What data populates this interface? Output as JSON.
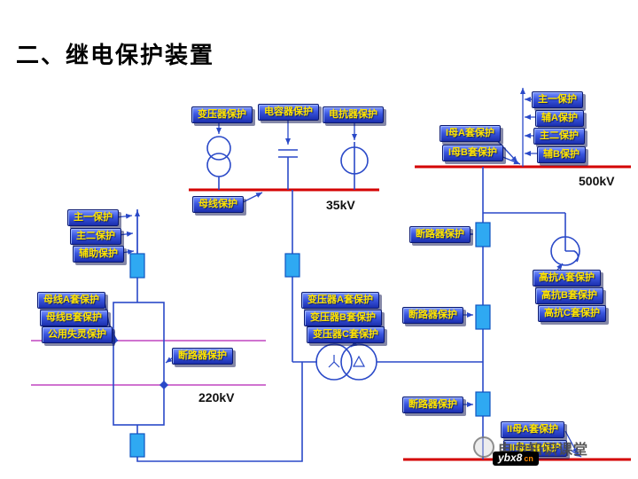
{
  "title": "二、继电保护装置",
  "voltage_labels": {
    "v35": "35kV",
    "v500": "500kV",
    "v220": "220kV"
  },
  "boxes": {
    "b_tr35": "变压器保护",
    "b_cap35": "电容器保护",
    "b_rea35": "电抗器保护",
    "b_bus35": "母线保护",
    "b_line500_main1": "主一保护",
    "b_line500_auxA": "辅A保护",
    "b_line500_main2": "主二保护",
    "b_line500_auxB": "辅B保护",
    "b_busI_A": "I母A套保护",
    "b_busI_B": "I母B套保护",
    "b_cb500_1": "断路器保护",
    "b_cb500_2": "断路器保护",
    "b_cb500_3": "断路器保护",
    "b_hr_A": "高抗A套保护",
    "b_hr_B": "高抗B套保护",
    "b_hr_C": "高抗C套保护",
    "b_busII_A": "II母A套保护",
    "b_busII_B": "II母B套保护",
    "b_line220_main1": "主一保护",
    "b_line220_main2": "主二保护",
    "b_line220_aux": "辅助保护",
    "b_bus220_A": "母线A套保护",
    "b_bus220_B": "母线B套保护",
    "b_bus220_fail": "公用失灵保护",
    "b_cb220": "断路器保护",
    "b_mtr_A": "变压器A套保护",
    "b_mtr_B": "变压器B套保护",
    "b_mtr_C": "变压器C套保护"
  },
  "symbols": {
    "breaker": "circuit-breaker",
    "transformer_35kv": "two-winding-transformer",
    "capacitor": "capacitor",
    "reactor_35kv": "reactor",
    "main_transformer": "two-winding-transformer-yd",
    "shunt_reactor": "shunt-reactor"
  },
  "colors": {
    "bus_red": "#d40000",
    "bus_pink": "#c95fc9",
    "circuit_blue": "#2a49c8",
    "breaker_fill": "#2fa9f2",
    "label_bg": "#2b44cf",
    "label_text": "#ffe400"
  },
  "watermark": {
    "site": "电力知识课堂",
    "badge": "ybx8",
    "badge_suffix": "cn"
  }
}
